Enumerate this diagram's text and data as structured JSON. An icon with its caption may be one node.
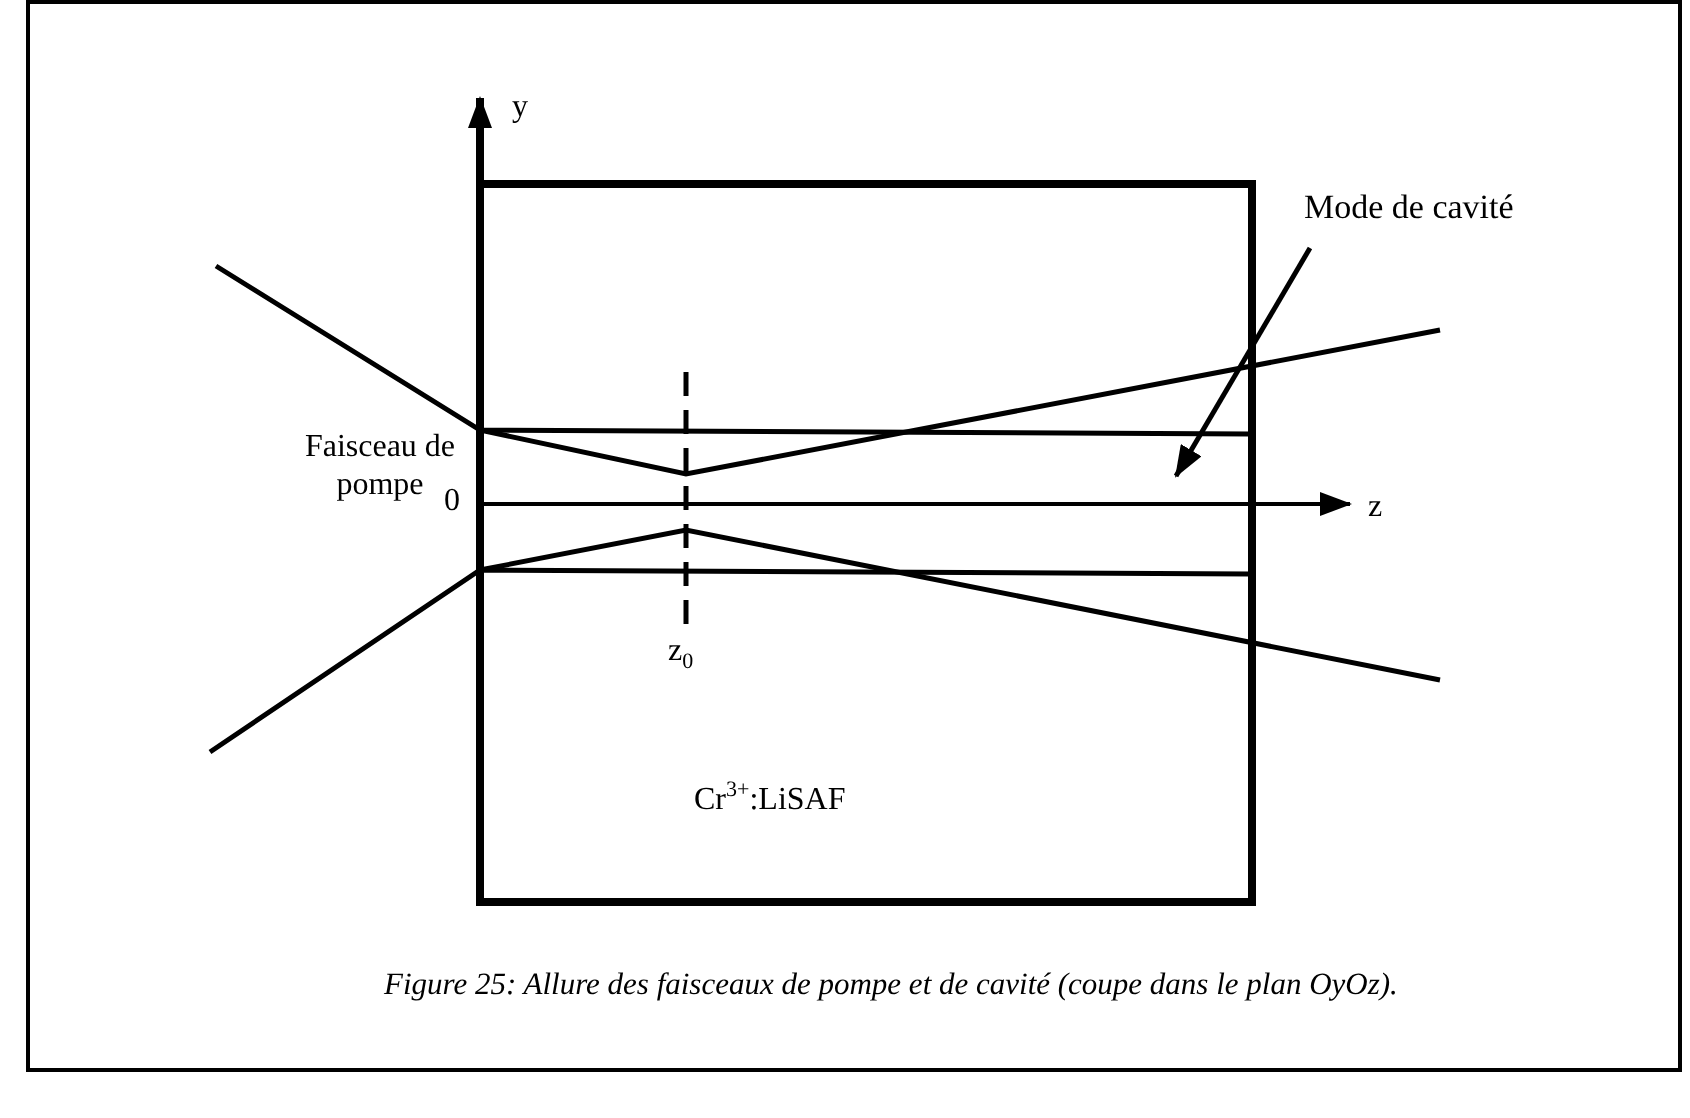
{
  "diagram": {
    "caption": "Figure 25: Allure des faisceaux de pompe et de cavité (coupe dans le plan OyOz).",
    "nodes": [
      {
        "text": [
          "Cr$^{3+}$:LiSAF"
        ]
      },
      {
        "text": [
          "Mode de cavité"
        ]
      },
      {
        "text": [],
        "shape": "line"
      }
    ],
    "edges": [
      {
        "from": 1,
        "to": 2,
        "arrow": "to"
      }
    ],
    "labels": [
      "y",
      "Faisceau de pompe",
      "0",
      "z",
      "z$_{0}$"
    ]
  }
}
